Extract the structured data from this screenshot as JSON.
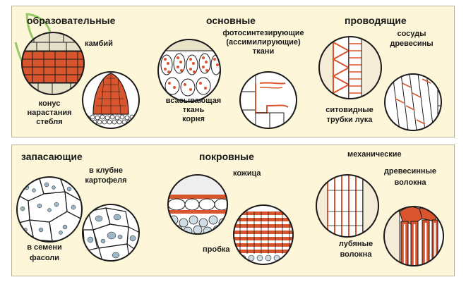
{
  "colors": {
    "tissue_red": "#d8552e",
    "outline": "#1a1a1a",
    "panel_bg": "#fdf6d8",
    "panel_border": "#b8b09a",
    "cell_blue": "#9cb8c8",
    "leaf_green": "#7bbf4a"
  },
  "top_panel": {
    "educational": {
      "title": "образовательные",
      "cambium": "камбий",
      "cone": [
        "конус",
        "нарастания",
        "стебля"
      ]
    },
    "basic": {
      "title": "основные",
      "photo": [
        "фотосинтезирующие",
        "(ассимилирующие)",
        "ткани"
      ],
      "absorb": [
        "всасывающая",
        "ткань",
        "корня"
      ]
    },
    "conducting": {
      "title": "проводящие",
      "vessels": [
        "сосуды",
        "древесины"
      ],
      "sieve": [
        "ситовидные",
        "трубки лука"
      ]
    }
  },
  "bottom_panel": {
    "storage": {
      "title": "запасающие",
      "tuber": [
        "в клубне",
        "картофеля"
      ],
      "seed": [
        "в семени",
        "фасоли"
      ]
    },
    "cover": {
      "title": "покровные",
      "skin": "кожица",
      "cork": "пробка"
    },
    "mechanical": {
      "title": "механические",
      "wood_fibers": [
        "древесинные",
        "волокна"
      ],
      "bast_fibers": [
        "лубяные",
        "волокна"
      ]
    }
  }
}
